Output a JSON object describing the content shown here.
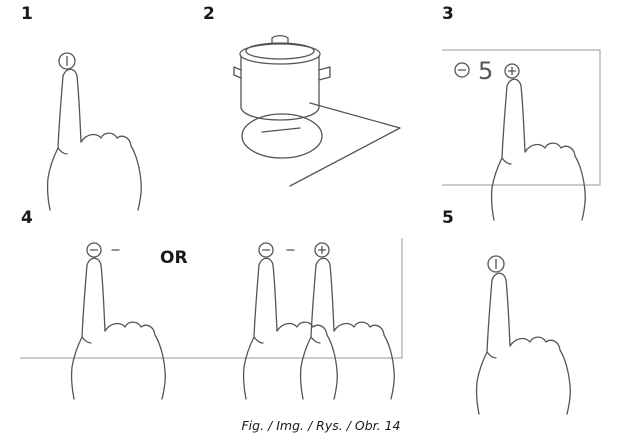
{
  "steps": {
    "s1": "1",
    "s2": "2",
    "s3": "3",
    "s4": "4",
    "s5": "5"
  },
  "display_digit": "5",
  "or_label": "OR",
  "caption": "Fig. / Img. / Rys. / Obr. 14",
  "icons": [
    "power-button-icon",
    "minus-button-icon",
    "plus-button-icon",
    "finger-hand-icon",
    "cooking-pot-icon",
    "hob-zone-icon"
  ]
}
